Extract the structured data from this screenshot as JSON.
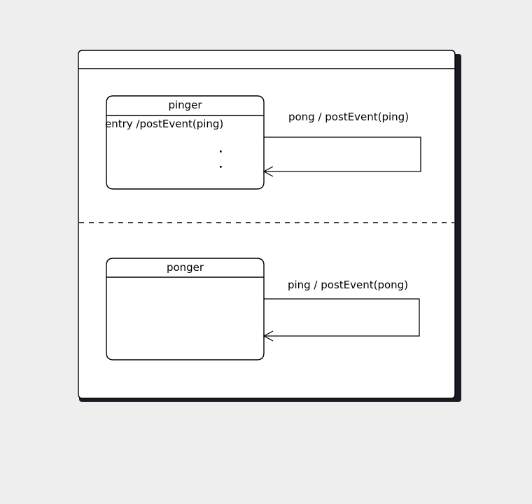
{
  "diagram": {
    "kind": "uml-state-machine-diagram",
    "background_color": "#eeeeee",
    "shape_fill_color": "#ffffff",
    "line_color": "#000000",
    "container": {
      "name": "",
      "title_compartment_label": "",
      "has_dashed_region_divider": true
    },
    "regions": [
      {
        "id": "region-top",
        "state": {
          "name": "pinger",
          "body_lines": [
            "entry /postEvent(ping)"
          ],
          "ellipsis_dots": 2
        },
        "transition": {
          "id": "transition-pong",
          "label": "pong / postEvent(ping)",
          "trigger": "pong",
          "effect": "postEvent(ping)",
          "kind": "self-transition"
        }
      },
      {
        "id": "region-bottom",
        "state": {
          "name": "ponger",
          "body_lines": [],
          "ellipsis_dots": 0
        },
        "transition": {
          "id": "transition-ping",
          "label": "ping / postEvent(pong)",
          "trigger": "ping",
          "effect": "postEvent(pong)",
          "kind": "self-transition"
        }
      }
    ]
  }
}
